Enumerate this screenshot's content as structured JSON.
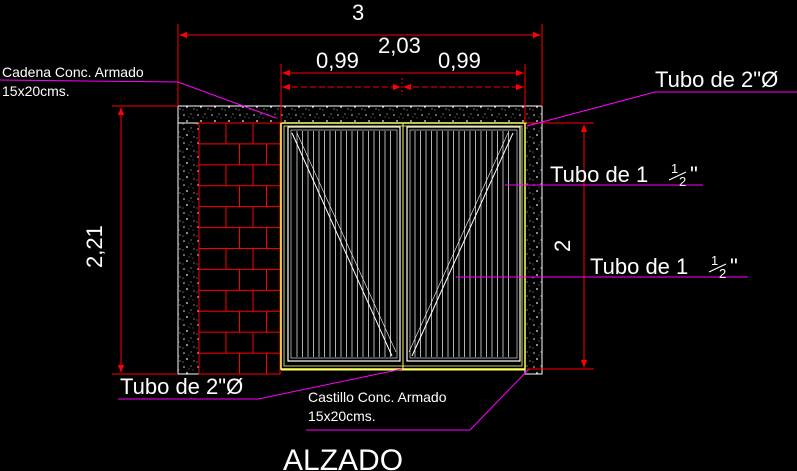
{
  "drawing": {
    "title": "ALZADO",
    "colors": {
      "background": "#000000",
      "dimension": "#ff0000",
      "leader": "#ff00ff",
      "brick": "#ff0000",
      "frame": "#ffff66",
      "text": "#ffffff"
    },
    "dimensions": {
      "overall_width": "3",
      "door_width": "2,03",
      "left_leaf": "0,99",
      "right_leaf": "0,99",
      "overall_height": "2,21",
      "door_height": "2"
    },
    "labels": {
      "cadena_line1": "Cadena Conc. Armado",
      "cadena_line2": "15x20cms.",
      "castillo_line1": "Castillo Conc. Armado",
      "castillo_line2": "15x20cms.",
      "tubo_top": "Tubo de 2\"Ø",
      "tubo_bottom": "Tubo de 2\"Ø",
      "tubo_mid1_main": "Tubo de 1",
      "tubo_mid1_frac_num": "1",
      "tubo_mid1_frac_den": "2",
      "tubo_mid1_suffix": "\"",
      "tubo_mid2_main": "Tubo de 1",
      "tubo_mid2_frac_num": "1",
      "tubo_mid2_frac_den": "2",
      "tubo_mid2_suffix": "\""
    }
  }
}
